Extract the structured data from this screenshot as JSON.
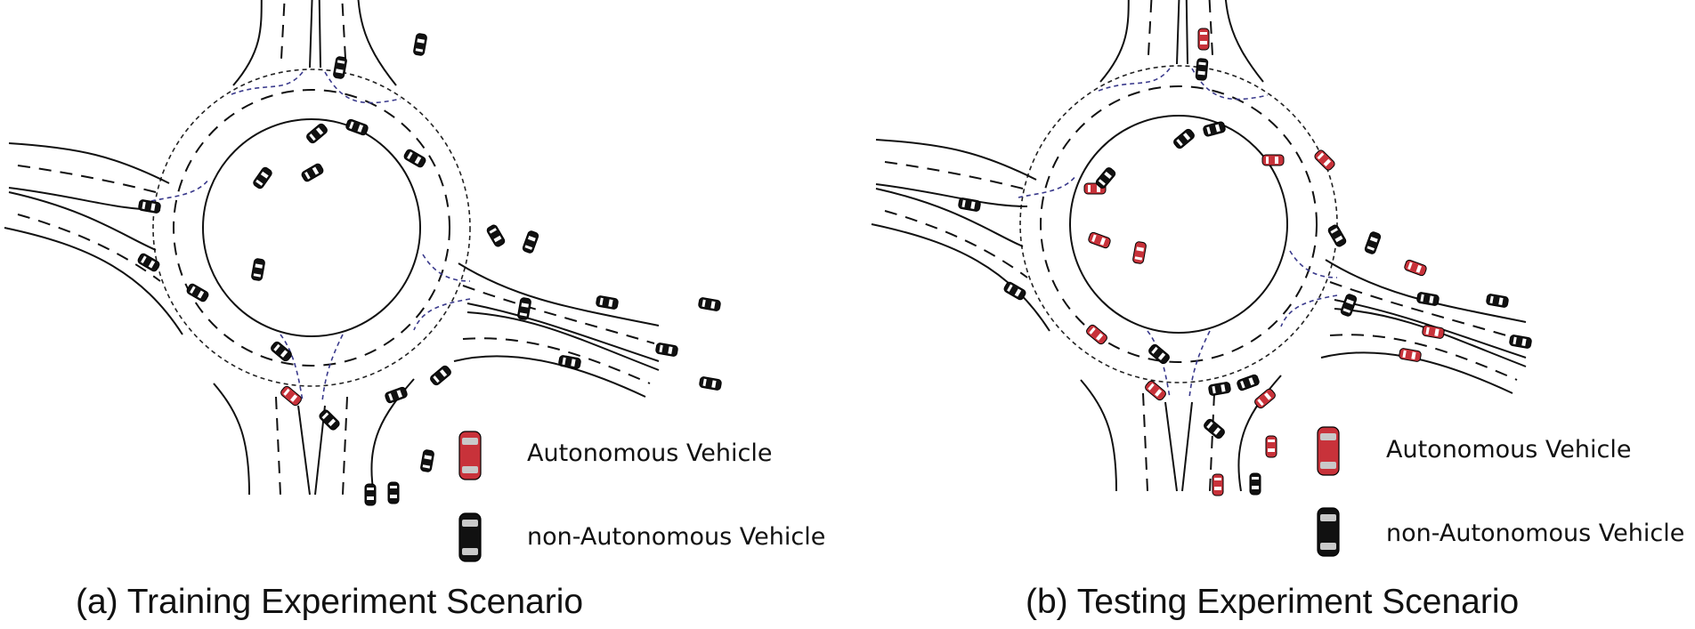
{
  "panels": [
    {
      "caption": "(a) Training Experiment Scenario",
      "legend": {
        "autonomous": "Autonomous Vehicle",
        "non_autonomous": "non-Autonomous Vehicle"
      },
      "vehicle_counts": {
        "autonomous": 1,
        "non_autonomous": 28
      }
    },
    {
      "caption": "(b) Testing Experiment Scenario",
      "legend": {
        "autonomous": "Autonomous Vehicle",
        "non_autonomous": "non-Autonomous Vehicle"
      },
      "vehicle_counts": {
        "autonomous": 15,
        "non_autonomous": 16
      }
    }
  ],
  "colors": {
    "autonomous": "#c8323a",
    "non_autonomous": "#111111",
    "road_line": "#111111",
    "conflict_zone": "#3a3a8c"
  }
}
